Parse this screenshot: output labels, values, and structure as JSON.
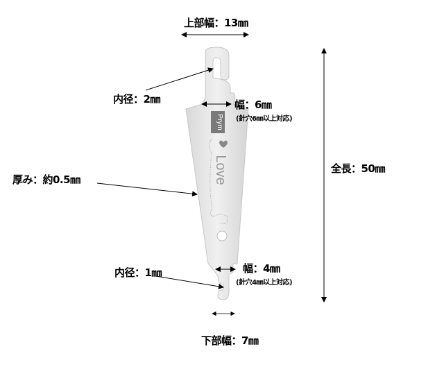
{
  "labels": {
    "top_width": "上部幅：13㎜",
    "inner_diameter_top": "内径：2㎜",
    "width_top": "幅：6㎜",
    "width_top_note": "(針穴6㎜以上対応)",
    "total_length": "全長：50㎜",
    "thickness": "厚み：約0.5㎜",
    "inner_diameter_bottom": "内径：1㎜",
    "width_bottom": "幅：4㎜",
    "width_bottom_note": "(針穴4㎜以上対応)",
    "bottom_width": "下部幅：7㎜"
  },
  "product": {
    "brand": "Prym",
    "text": "Love"
  },
  "colors": {
    "metal": "#e6e6e6",
    "logo": "#7a7a7a"
  }
}
